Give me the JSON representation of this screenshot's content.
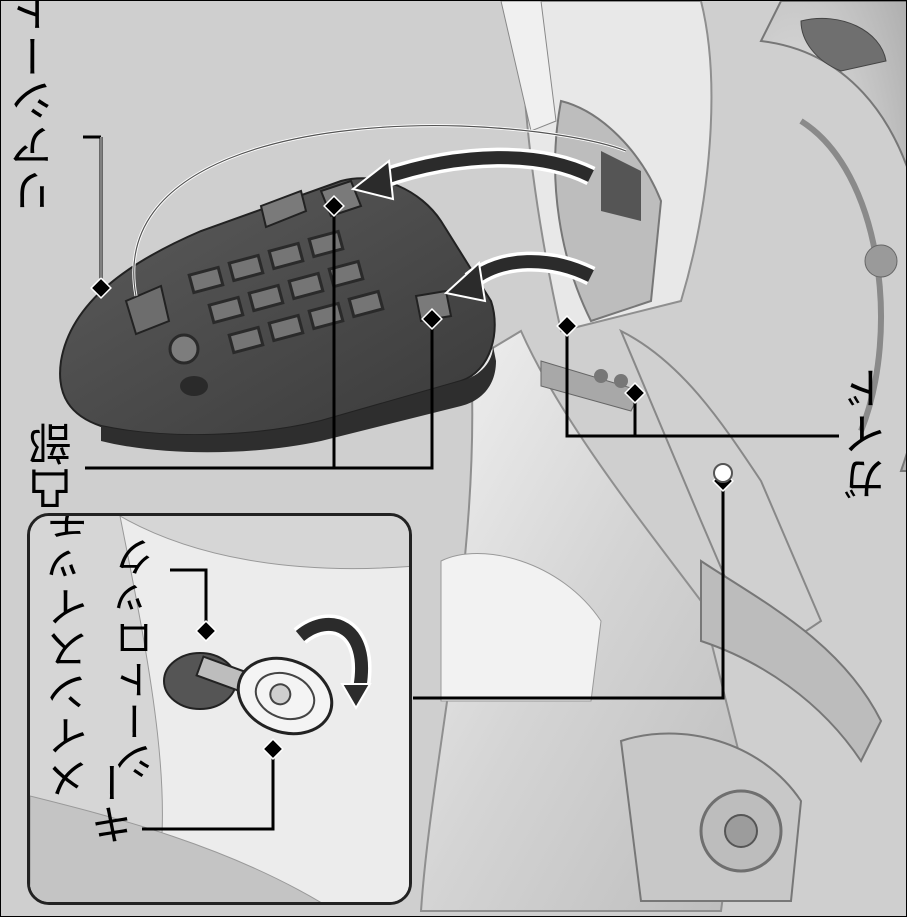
{
  "labels": {
    "rear_seat": "リアシート",
    "protrusion": "凸部",
    "guide": "ガイド",
    "main_switch_key": "メインスイッチの",
    "main_switch_key_2": "キー",
    "seat_lock": "シートロック"
  },
  "colors": {
    "background": "#cfcfcf",
    "seat_dark": "#4a4a4a",
    "seat_mid": "#6b6b6b",
    "body_light": "#e6e6e6",
    "leader_line": "#000000",
    "arrow_fill": "#2b2b2b"
  }
}
